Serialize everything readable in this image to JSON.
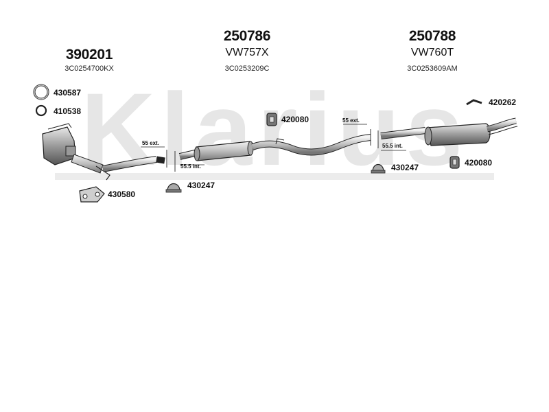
{
  "watermark": {
    "text": "Klarius",
    "color": "#e6e6e6"
  },
  "groups": [
    {
      "code": "390201",
      "model": "",
      "oe": "3C0254700KX"
    },
    {
      "code": "250786",
      "model": "VW757X",
      "oe": "3C0253209C"
    },
    {
      "code": "250788",
      "model": "VW760T",
      "oe": "3C0253609AM"
    }
  ],
  "parts": {
    "clamp_430587": "430587",
    "ring_410538": "410538",
    "gasket_430580": "430580",
    "clamp_430247_a": "430247",
    "mount_420080_a": "420080",
    "clamp_430247_b": "430247",
    "bracket_420262": "420262",
    "mount_420080_b": "420080"
  },
  "dimensions": {
    "ext_front": "55 ext.",
    "int_front": "55.5 int.",
    "ext_rear": "55 ext.",
    "int_rear": "55.5 int."
  },
  "colors": {
    "line": "#222222",
    "fill": "#cfcfcf",
    "fill_dark": "#8e8e8e"
  }
}
